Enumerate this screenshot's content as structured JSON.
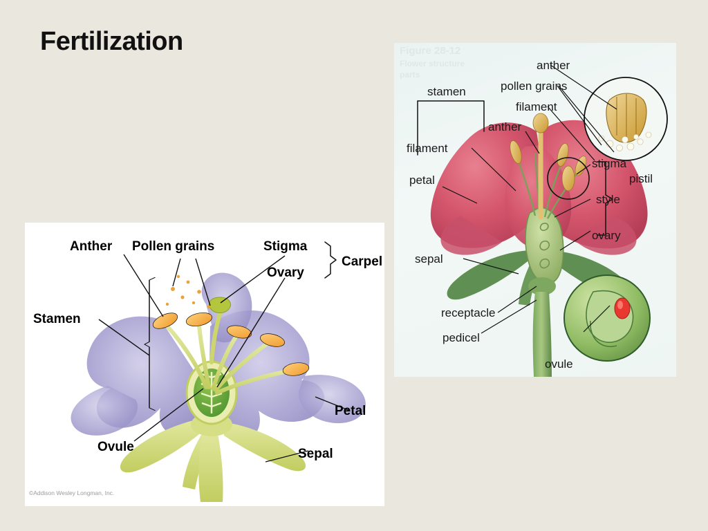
{
  "slide": {
    "title": "Fertilization",
    "background_color": "#eae8de"
  },
  "figure_left": {
    "name": "generalized-flower-anatomy-diagram",
    "background_color": "#ffffff",
    "credit": "©Addison Wesley Longman, Inc.",
    "colors": {
      "petal": "#9a95c8",
      "stem": "#c6cf62",
      "anther": "#f5a93c",
      "ovary": "#5aa038",
      "stigma": "#b8c93e"
    },
    "labels": [
      {
        "id": "anther",
        "text": "Anther"
      },
      {
        "id": "pollen-grains",
        "text": "Pollen grains"
      },
      {
        "id": "stigma",
        "text": "Stigma"
      },
      {
        "id": "ovary",
        "text": "Ovary"
      },
      {
        "id": "carpel",
        "text": "Carpel"
      },
      {
        "id": "stamen",
        "text": "Stamen"
      },
      {
        "id": "ovule",
        "text": "Ovule"
      },
      {
        "id": "petal",
        "text": "Petal"
      },
      {
        "id": "sepal",
        "text": "Sepal"
      }
    ]
  },
  "figure_right": {
    "name": "flower-structure-textbook-figure",
    "background_color": "#eef5f3",
    "colors": {
      "petal": "#d9566f",
      "sepal": "#5f8f52",
      "stem": "#6e9c57",
      "ovary": "#9dbd72",
      "anther": "#d9b45e",
      "pollen": "#f5efdd"
    },
    "labels": [
      {
        "id": "stamen",
        "text": "stamen"
      },
      {
        "id": "anther-left",
        "text": "anther"
      },
      {
        "id": "filament-left",
        "text": "filament"
      },
      {
        "id": "petal",
        "text": "petal"
      },
      {
        "id": "sepal",
        "text": "sepal"
      },
      {
        "id": "receptacle",
        "text": "receptacle"
      },
      {
        "id": "pedicel",
        "text": "pedicel"
      },
      {
        "id": "anther-inset",
        "text": "anther"
      },
      {
        "id": "pollen-grains",
        "text": "pollen grains"
      },
      {
        "id": "filament-inset",
        "text": "filament"
      },
      {
        "id": "stigma",
        "text": "stigma"
      },
      {
        "id": "style",
        "text": "style"
      },
      {
        "id": "ovary",
        "text": "ovary"
      },
      {
        "id": "pistil",
        "text": "pistil"
      },
      {
        "id": "ovule",
        "text": "ovule"
      }
    ]
  }
}
